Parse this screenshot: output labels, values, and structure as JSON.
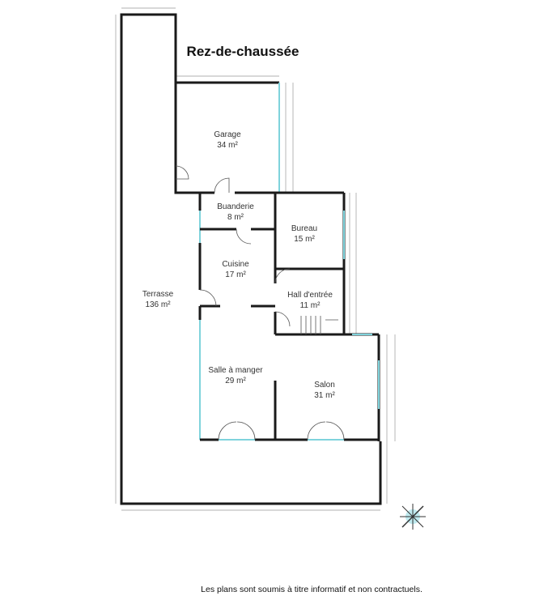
{
  "title": "Rez-de-chaussée",
  "rooms": [
    {
      "name": "Garage",
      "area": "34 m²"
    },
    {
      "name": "Buanderie",
      "area": "8 m²"
    },
    {
      "name": "Bureau",
      "area": "15 m²"
    },
    {
      "name": "Cuisine",
      "area": "17 m²"
    },
    {
      "name": "Hall d'entrée",
      "area": "11 m²"
    },
    {
      "name": "Terrasse",
      "area": "136 m²"
    },
    {
      "name": "Salle à manger",
      "area": "29 m²"
    },
    {
      "name": "Salon",
      "area": "31 m²"
    }
  ],
  "footer": "Les plans sont soumis à titre informatif et non contractuels.",
  "colors": {
    "wall": "#1a1a1a",
    "window": "#7fd3dc"
  }
}
